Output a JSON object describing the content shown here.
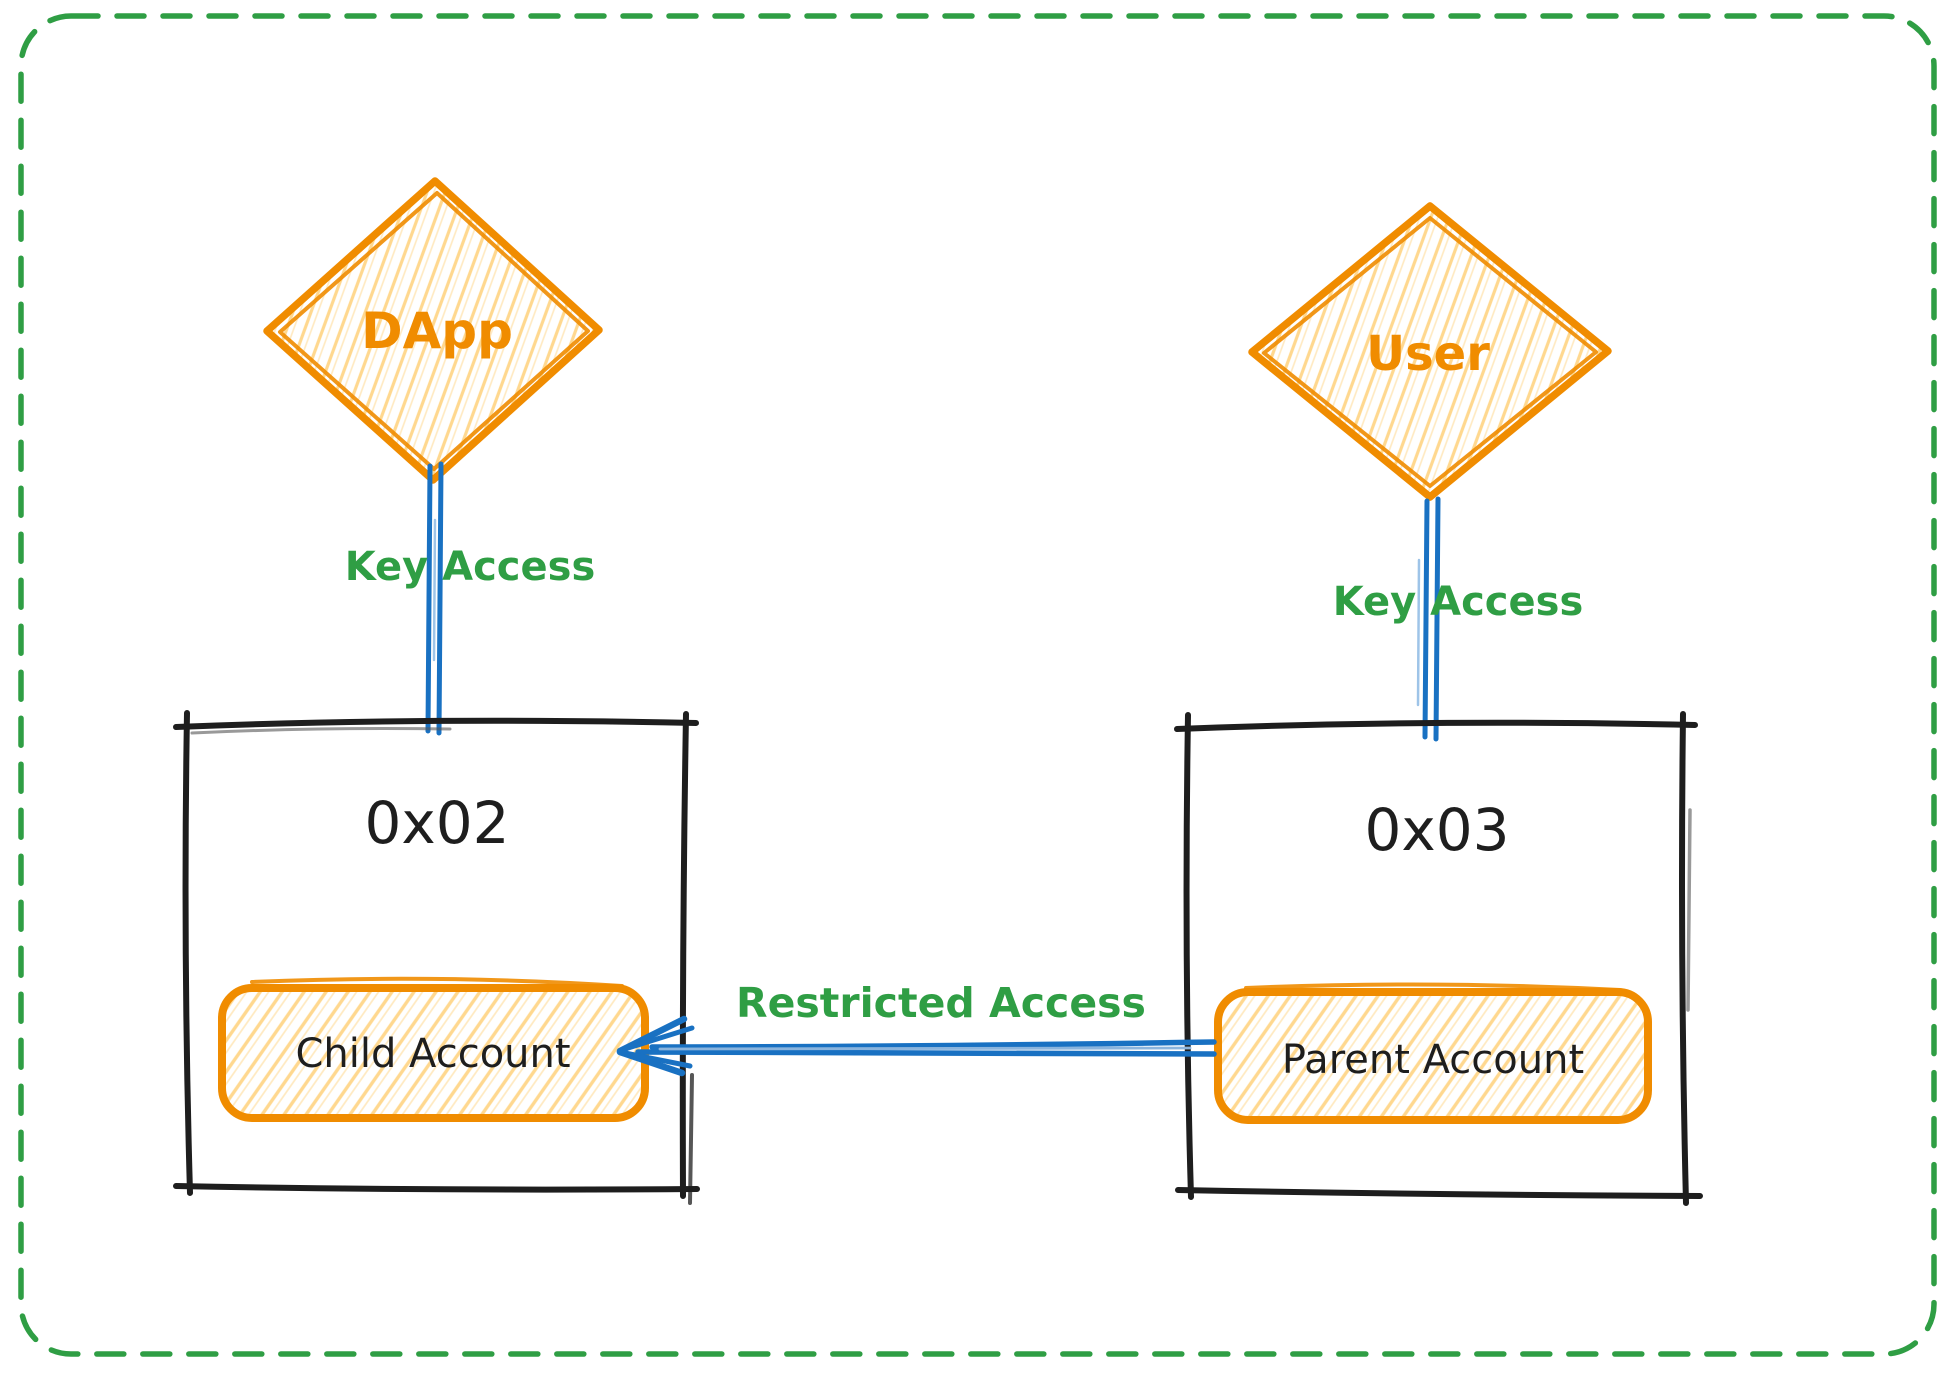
{
  "nodes": {
    "dapp": {
      "label": "DApp"
    },
    "user": {
      "label": "User"
    },
    "child_wallet": {
      "address": "0x02",
      "account_label": "Child Account"
    },
    "parent_wallet": {
      "address": "0x03",
      "account_label": "Parent Account"
    }
  },
  "edges": {
    "dapp_to_child": {
      "label": "Key Access"
    },
    "user_to_parent": {
      "label": "Key Access"
    },
    "parent_to_child": {
      "label": "Restricted Access"
    }
  },
  "colors": {
    "border_green": "#2f9e44",
    "label_green": "#2f9e44",
    "shape_orange": "#f08c00",
    "hachure_orange": "#ffd88f",
    "connector_blue": "#1971c2",
    "outline_black": "#1e1e1e",
    "background": "#ffffff"
  }
}
